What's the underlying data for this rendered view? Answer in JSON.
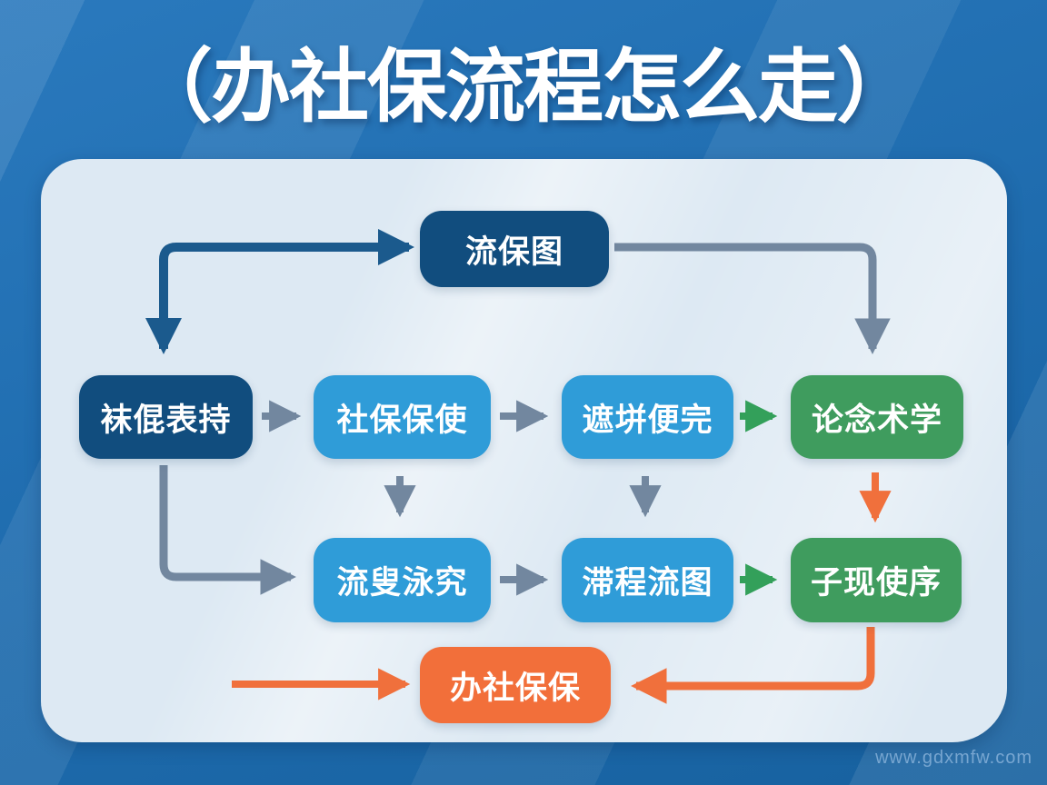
{
  "title": "（办社保流程怎么走）",
  "watermark": "www.gdxmfw.com",
  "flowchart": {
    "nodes": {
      "top": {
        "label": "流保图"
      },
      "r2c1": {
        "label": "袜倱表持"
      },
      "r2c2": {
        "label": "社保保使"
      },
      "r2c3": {
        "label": "遮垪便完"
      },
      "r2c4": {
        "label": "论念术学"
      },
      "r3c1": {
        "label": "流叟泳究"
      },
      "r3c2": {
        "label": "滞程流图"
      },
      "r3c3": {
        "label": "子现使序"
      },
      "end": {
        "label": "办社保保"
      }
    }
  },
  "colors": {
    "background": "#2171b5",
    "panel": "#dde9f3",
    "node_dark_navy": "#114d7e",
    "node_blue": "#2f9cd8",
    "node_green": "#3f9c5e",
    "node_orange": "#f26f3a",
    "arrow_navy": "#1b5a8d",
    "arrow_gray": "#72879f",
    "arrow_green": "#33a05a",
    "arrow_orange": "#f0703c",
    "title_text": "#ffffff",
    "node_text": "#ffffff"
  }
}
